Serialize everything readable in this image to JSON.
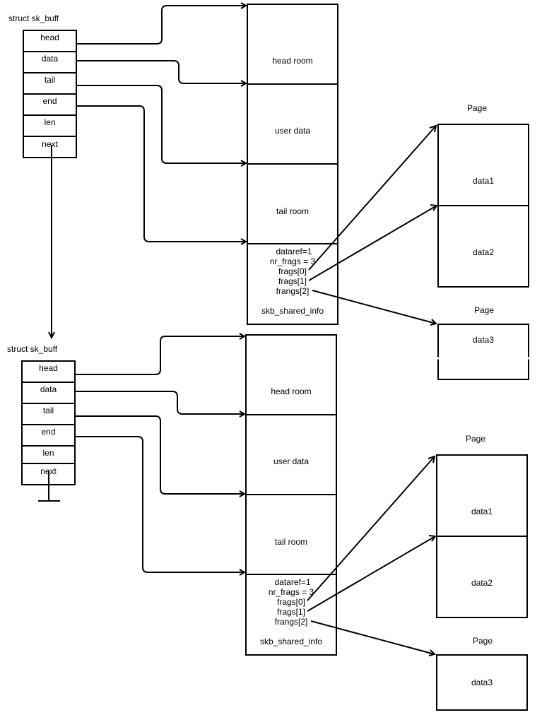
{
  "diagram": {
    "top": {
      "struct_label": "struct sk_buff",
      "fields": [
        "head",
        "data",
        "tail",
        "end",
        "len",
        "next"
      ],
      "buffer": {
        "head_room": "head room",
        "user_data": "user data",
        "tail_room": "tail room",
        "shinfo_lines": [
          "dataref=1",
          "nr_frags = 3",
          "frags[0]",
          "frags[1]",
          "frangs[2]"
        ],
        "shinfo_label": "skb_shared_info"
      },
      "page1": {
        "title": "Page",
        "data1": "data1",
        "data2": "data2"
      },
      "page2": {
        "title": "Page",
        "data3": "data3"
      }
    },
    "bottom": {
      "struct_label": "struct sk_buff",
      "fields": [
        "head",
        "data",
        "tail",
        "end",
        "len",
        "next"
      ],
      "buffer": {
        "head_room": "head room",
        "user_data": "user data",
        "tail_room": "tail room",
        "shinfo_lines": [
          "dataref=1",
          "nr_frags = 3",
          "frags[0]",
          "frags[1]",
          "frangs[2]"
        ],
        "shinfo_label": "skb_shared_info"
      },
      "page1": {
        "title": "Page",
        "data1": "data1",
        "data2": "data2"
      },
      "page2": {
        "title": "Page",
        "data3": "data3"
      }
    }
  }
}
